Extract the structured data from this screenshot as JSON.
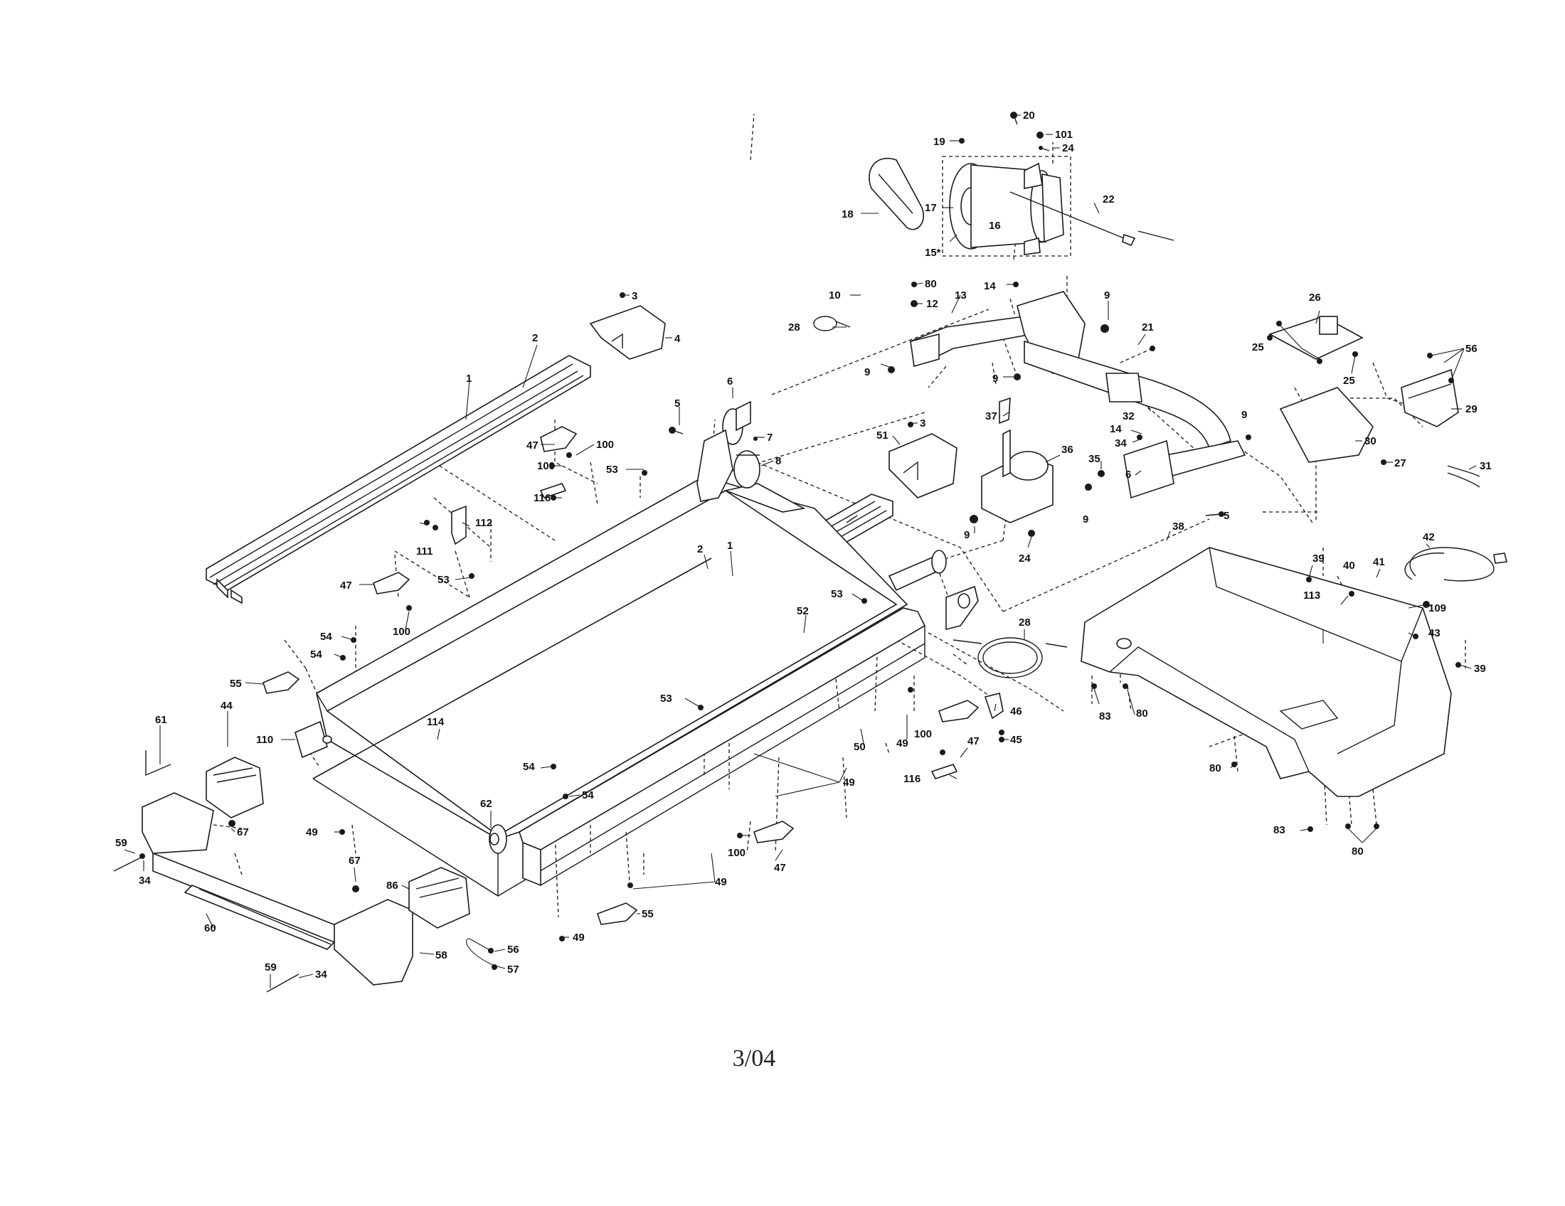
{
  "footer": {
    "date_code": "3/04"
  },
  "callouts": [
    {
      "id": "c20",
      "label": "20"
    },
    {
      "id": "c19",
      "label": "19"
    },
    {
      "id": "c101",
      "label": "101"
    },
    {
      "id": "c24a",
      "label": "24"
    },
    {
      "id": "c18",
      "label": "18"
    },
    {
      "id": "c17",
      "label": "17"
    },
    {
      "id": "c16",
      "label": "16"
    },
    {
      "id": "c15",
      "label": "15*"
    },
    {
      "id": "c22",
      "label": "22"
    },
    {
      "id": "c80a",
      "label": "80"
    },
    {
      "id": "c10",
      "label": "10"
    },
    {
      "id": "c12",
      "label": "12"
    },
    {
      "id": "c13",
      "label": "13"
    },
    {
      "id": "c14a",
      "label": "14"
    },
    {
      "id": "c28a",
      "label": "28"
    },
    {
      "id": "c9a",
      "label": "9"
    },
    {
      "id": "c9b",
      "label": "9"
    },
    {
      "id": "c9c",
      "label": "9"
    },
    {
      "id": "c21",
      "label": "21"
    },
    {
      "id": "c3a",
      "label": "3"
    },
    {
      "id": "c4",
      "label": "4"
    },
    {
      "id": "c2a",
      "label": "2"
    },
    {
      "id": "c1a",
      "label": "1"
    },
    {
      "id": "c6a",
      "label": "6"
    },
    {
      "id": "c5a",
      "label": "5"
    },
    {
      "id": "c7",
      "label": "7"
    },
    {
      "id": "c8",
      "label": "8"
    },
    {
      "id": "c47a",
      "label": "47"
    },
    {
      "id": "c100a",
      "label": "100"
    },
    {
      "id": "c100b",
      "label": "100"
    },
    {
      "id": "c53a",
      "label": "53"
    },
    {
      "id": "c116a",
      "label": "116"
    },
    {
      "id": "c51",
      "label": "51"
    },
    {
      "id": "c3b",
      "label": "3"
    },
    {
      "id": "c37",
      "label": "37"
    },
    {
      "id": "c32",
      "label": "32"
    },
    {
      "id": "c14b",
      "label": "14"
    },
    {
      "id": "c34a",
      "label": "34"
    },
    {
      "id": "c36",
      "label": "36"
    },
    {
      "id": "c35",
      "label": "35"
    },
    {
      "id": "c9d",
      "label": "9"
    },
    {
      "id": "c9e",
      "label": "9"
    },
    {
      "id": "c6b",
      "label": "6"
    },
    {
      "id": "c5b",
      "label": "5"
    },
    {
      "id": "c9f",
      "label": "9"
    },
    {
      "id": "c24b",
      "label": "24"
    },
    {
      "id": "c26",
      "label": "26"
    },
    {
      "id": "c25a",
      "label": "25"
    },
    {
      "id": "c25b",
      "label": "25"
    },
    {
      "id": "c56a",
      "label": "56"
    },
    {
      "id": "c29",
      "label": "29"
    },
    {
      "id": "c30",
      "label": "30"
    },
    {
      "id": "c27",
      "label": "27"
    },
    {
      "id": "c31",
      "label": "31"
    },
    {
      "id": "c112",
      "label": "112"
    },
    {
      "id": "c111",
      "label": "111"
    },
    {
      "id": "c53b",
      "label": "53"
    },
    {
      "id": "c47b",
      "label": "47"
    },
    {
      "id": "c100c",
      "label": "100"
    },
    {
      "id": "c54a",
      "label": "54"
    },
    {
      "id": "c54b",
      "label": "54"
    },
    {
      "id": "c55a",
      "label": "55"
    },
    {
      "id": "c2b",
      "label": "2"
    },
    {
      "id": "c1b",
      "label": "1"
    },
    {
      "id": "c53c",
      "label": "53"
    },
    {
      "id": "c52",
      "label": "52"
    },
    {
      "id": "c28b",
      "label": "28"
    },
    {
      "id": "c61",
      "label": "61"
    },
    {
      "id": "c44",
      "label": "44"
    },
    {
      "id": "c110",
      "label": "110"
    },
    {
      "id": "c114",
      "label": "114"
    },
    {
      "id": "c53d",
      "label": "53"
    },
    {
      "id": "c50",
      "label": "50"
    },
    {
      "id": "c49a",
      "label": "49"
    },
    {
      "id": "c100d",
      "label": "100"
    },
    {
      "id": "c47c",
      "label": "47"
    },
    {
      "id": "c46",
      "label": "46"
    },
    {
      "id": "c45",
      "label": "45"
    },
    {
      "id": "c116b",
      "label": "116"
    },
    {
      "id": "c49b",
      "label": "49"
    },
    {
      "id": "c54c",
      "label": "54"
    },
    {
      "id": "c54d",
      "label": "54"
    },
    {
      "id": "c67a",
      "label": "67"
    },
    {
      "id": "c49c",
      "label": "49"
    },
    {
      "id": "c62",
      "label": "62"
    },
    {
      "id": "c59a",
      "label": "59"
    },
    {
      "id": "c34b",
      "label": "34"
    },
    {
      "id": "c67b",
      "label": "67"
    },
    {
      "id": "c86",
      "label": "86"
    },
    {
      "id": "c100e",
      "label": "100"
    },
    {
      "id": "c47d",
      "label": "47"
    },
    {
      "id": "c49d",
      "label": "49"
    },
    {
      "id": "c60",
      "label": "60"
    },
    {
      "id": "c55b",
      "label": "55"
    },
    {
      "id": "c49e",
      "label": "49"
    },
    {
      "id": "c58",
      "label": "58"
    },
    {
      "id": "c56b",
      "label": "56"
    },
    {
      "id": "c57",
      "label": "57"
    },
    {
      "id": "c59b",
      "label": "59"
    },
    {
      "id": "c34c",
      "label": "34"
    },
    {
      "id": "c38",
      "label": "38"
    },
    {
      "id": "c39a",
      "label": "39"
    },
    {
      "id": "c40",
      "label": "40"
    },
    {
      "id": "c41",
      "label": "41"
    },
    {
      "id": "c42",
      "label": "42"
    },
    {
      "id": "c113",
      "label": "113"
    },
    {
      "id": "c109",
      "label": "109"
    },
    {
      "id": "c43",
      "label": "43"
    },
    {
      "id": "c39b",
      "label": "39"
    },
    {
      "id": "c83a",
      "label": "83"
    },
    {
      "id": "c80b",
      "label": "80"
    },
    {
      "id": "c80c",
      "label": "80"
    },
    {
      "id": "c83b",
      "label": "83"
    },
    {
      "id": "c80d",
      "label": "80"
    }
  ]
}
